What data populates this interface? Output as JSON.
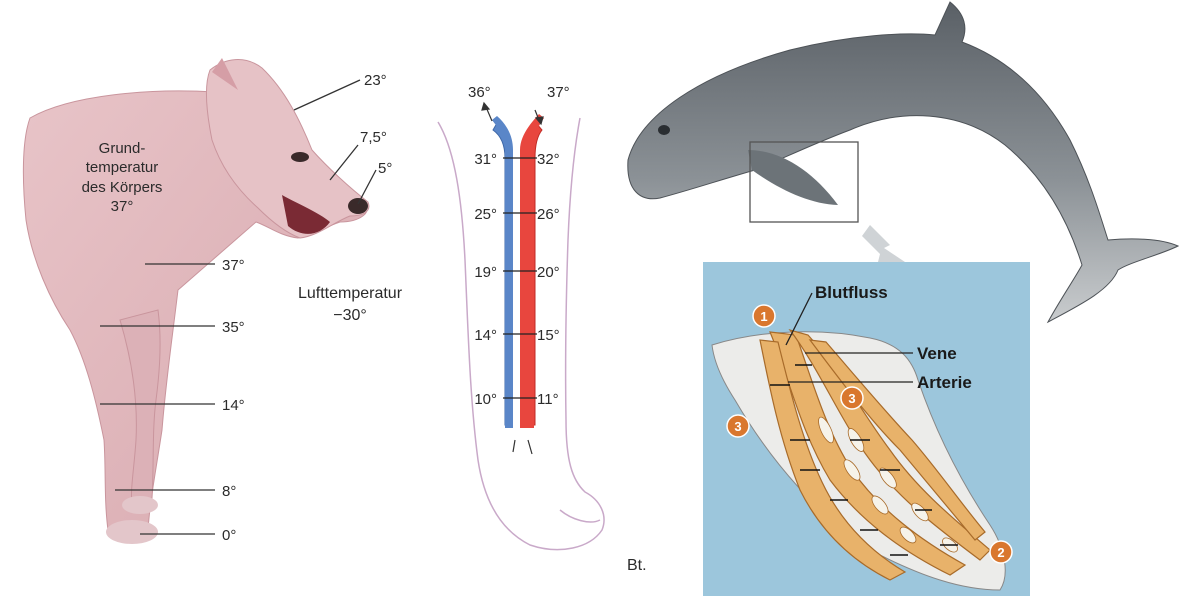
{
  "wolf": {
    "body_label": [
      "Grund-",
      "temperatur",
      "des Körpers",
      "37°"
    ],
    "air_label": [
      "Lufttemperatur",
      "−30°"
    ],
    "head_temps": [
      "23°",
      "7,5°",
      "5°"
    ],
    "leg_temps": [
      "37°",
      "35°",
      "14°",
      "8°",
      "0°"
    ]
  },
  "leg": {
    "top_left": "36°",
    "top_right": "37°",
    "vein_temps": [
      "31°",
      "25°",
      "19°",
      "14°",
      "10°"
    ],
    "artery_temps": [
      "32°",
      "26°",
      "20°",
      "15°",
      "11°"
    ]
  },
  "dolphin": {
    "labels": {
      "blood_flow": "Blutfluss",
      "vein": "Vene",
      "artery": "Arterie"
    },
    "markers": [
      "1",
      "2",
      "3",
      "3"
    ],
    "fragment": "Bt.",
    "colors": {
      "panel": "#9cc6dc",
      "vessel": "#e8b26a",
      "marker": "#d9772e",
      "dolphin": "#7d8388"
    }
  }
}
